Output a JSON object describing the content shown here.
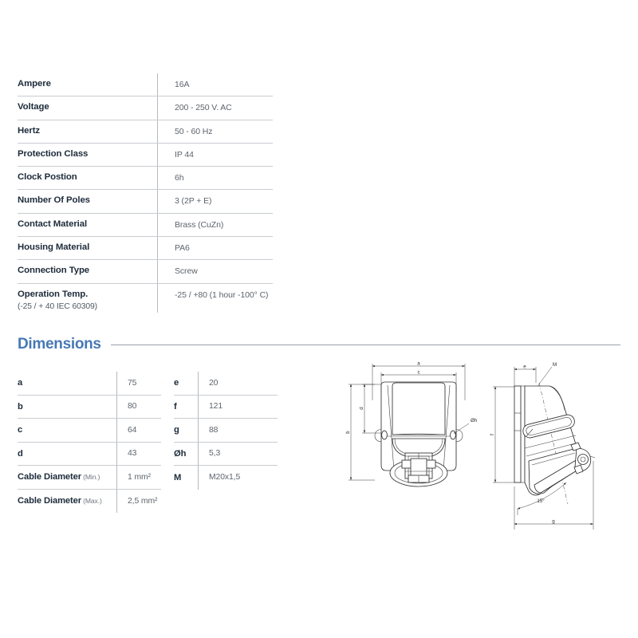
{
  "specs": {
    "rows": [
      {
        "label": "Ampere",
        "sub": "",
        "value": "16A"
      },
      {
        "label": "Voltage",
        "sub": "",
        "value": "200 - 250 V. AC"
      },
      {
        "label": "Hertz",
        "sub": "",
        "value": "50 - 60 Hz"
      },
      {
        "label": "Protection Class",
        "sub": "",
        "value": "IP 44"
      },
      {
        "label": "Clock Postion",
        "sub": "",
        "value": "6h"
      },
      {
        "label": "Number Of Poles",
        "sub": "",
        "value": "3 (2P + E)"
      },
      {
        "label": "Contact Material",
        "sub": "",
        "value": "Brass (CuZn)"
      },
      {
        "label": "Housing Material",
        "sub": "",
        "value": "PA6"
      },
      {
        "label": "Connection Type",
        "sub": "",
        "value": "Screw"
      },
      {
        "label": "Operation Temp.",
        "sub": "(-25 / + 40 IEC 60309)",
        "value": "-25 / +80 (1 hour -100° C)"
      }
    ]
  },
  "dimensions": {
    "heading": "Dimensions",
    "accent_color": "#4778b5",
    "left_rows": [
      {
        "key": "a",
        "qual": "",
        "value": "75"
      },
      {
        "key": "b",
        "qual": "",
        "value": "80"
      },
      {
        "key": "c",
        "qual": "",
        "value": "64"
      },
      {
        "key": "d",
        "qual": "",
        "value": "43"
      },
      {
        "key": "Cable Diameter",
        "qual": "(Min.)",
        "value": "1 mm²"
      },
      {
        "key": "Cable Diameter",
        "qual": "(Max.)",
        "value": "2,5 mm²"
      }
    ],
    "right_rows": [
      {
        "key": "e",
        "qual": "",
        "value": "20"
      },
      {
        "key": "f",
        "qual": "",
        "value": "121"
      },
      {
        "key": "g",
        "qual": "",
        "value": "88"
      },
      {
        "key": "Øh",
        "qual": "",
        "value": "5,3"
      },
      {
        "key": "M",
        "qual": "",
        "value": "M20x1,5"
      }
    ]
  },
  "drawings": {
    "front_view": {
      "labels": {
        "a": "a",
        "c": "c",
        "b": "b",
        "d": "d",
        "hole": "Øh"
      }
    },
    "side_view": {
      "labels": {
        "e": "e",
        "M": "M",
        "f": "f",
        "g": "g",
        "angle": "15°"
      }
    }
  }
}
